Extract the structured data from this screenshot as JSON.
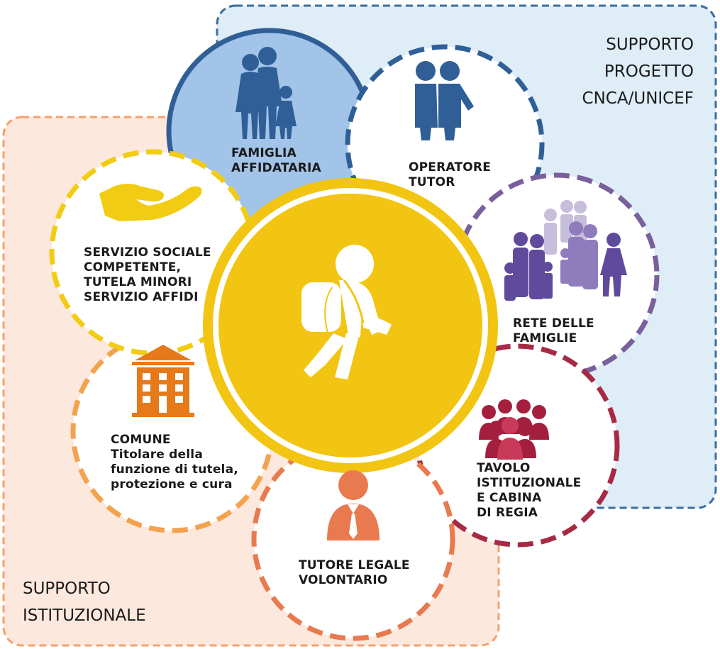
{
  "regions": {
    "progetto": [
      "SUPPORTO",
      "PROGETTO",
      "CNCA/UNICEF"
    ],
    "istituzionale": [
      "SUPPORTO",
      "ISTITUZIONALE"
    ]
  },
  "nodes": {
    "famiglia": [
      "FAMIGLIA",
      "AFFIDATARIA"
    ],
    "operatore": [
      "OPERATORE",
      "TUTOR"
    ],
    "rete": [
      "RETE DELLE",
      "FAMIGLIE"
    ],
    "tavolo": [
      "TAVOLO",
      "ISTITUZIONALE",
      "E CABINA",
      "DI REGIA"
    ],
    "tutore": [
      "TUTORE LEGALE",
      "VOLONTARIO"
    ],
    "comune": [
      "COMUNE",
      "Titolare della",
      "funzione di tutela,",
      "protezione e cura"
    ],
    "servizio": [
      "SERVIZIO SOCIALE",
      "COMPETENTE,",
      "TUTELA MINORI",
      "SERVIZIO AFFIDI"
    ]
  },
  "icons": {
    "famiglia": "family-icon",
    "operatore": "two-people-icon",
    "rete": "crowd-of-families-icon",
    "tavolo": "group-of-people-icon",
    "tutore": "person-with-tie-icon",
    "comune": "town-hall-icon",
    "servizio": "open-hand-icon",
    "center": "walking-child-with-backpack-icon"
  },
  "colors": {
    "progetto_fill": "#dfeef7",
    "progetto_border": "#3a6e9c",
    "istituzionale_fill": "#fde9df",
    "istituzionale_border": "#f2a26d",
    "famiglia": "#2f5f96",
    "operatore": "#2f5f96",
    "rete": "#7a5f9d",
    "tavolo": "#a72a45",
    "tutore": "#e9794e",
    "comune": "#f3a24e",
    "servizio": "#f1cc12",
    "center": "#f2c611"
  }
}
